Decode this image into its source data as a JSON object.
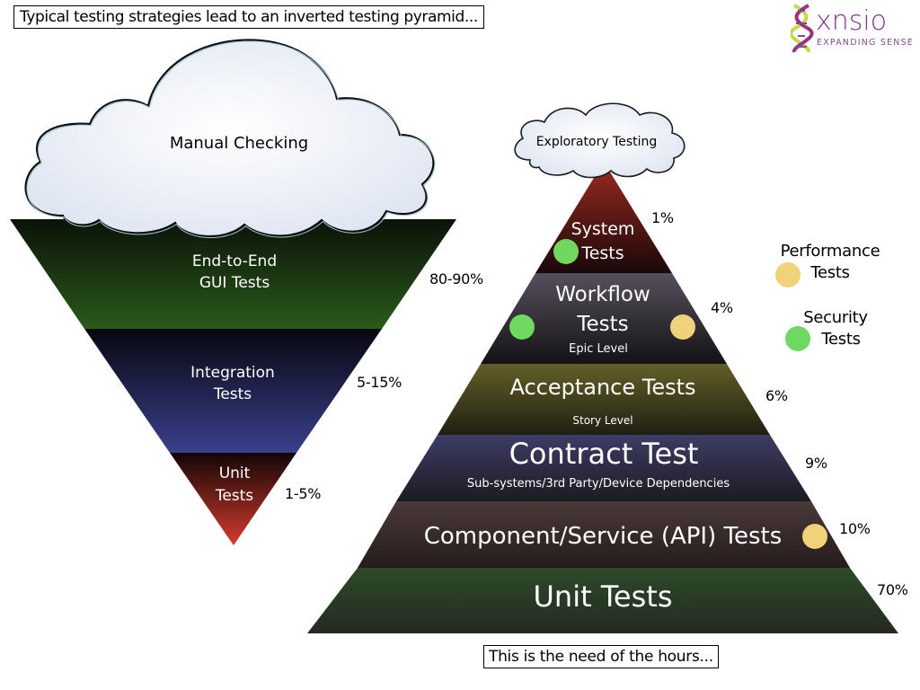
{
  "header": {
    "title": "Typical testing strategies lead to an inverted testing pyramid...",
    "logo": {
      "wordmark": "xnsio",
      "tagline": "EXPANDING SENSE",
      "icon": "dna-helix-icon"
    }
  },
  "inverted_pyramid": {
    "cloud_label": "Manual Checking",
    "layers": [
      {
        "line1": "End-to-End",
        "line2": "GUI Tests",
        "percent": "80-90%",
        "color_top": "#0a1208",
        "color_bottom": "#2b5a1a"
      },
      {
        "line1": "Integration",
        "line2": "Tests",
        "percent": "5-15%",
        "color_top": "#07070f",
        "color_bottom": "#3a3f8c"
      },
      {
        "line1": "Unit",
        "line2": "Tests",
        "percent": "1-5%",
        "color_top": "#120606",
        "color_bottom": "#d63a2e"
      }
    ]
  },
  "ideal_pyramid": {
    "cloud_label": "Exploratory Testing",
    "layers": [
      {
        "title": "System",
        "title2": "Tests",
        "subtitle": "",
        "percent": "1%",
        "color_top": "#9c2a22",
        "color_bottom": "#1a0808"
      },
      {
        "title": "Workflow",
        "title2": "Tests",
        "subtitle": "Epic Level",
        "percent": "4%",
        "color_top": "#56505c",
        "color_bottom": "#141216"
      },
      {
        "title": "Acceptance Tests",
        "title2": "",
        "subtitle": "Story Level",
        "percent": "6%",
        "color_top": "#635f28",
        "color_bottom": "#211f12"
      },
      {
        "title": "Contract Test",
        "title2": "",
        "subtitle": "Sub-systems/3rd Party/Device Dependencies",
        "percent": "9%",
        "color_top": "#3d3c66",
        "color_bottom": "#1c1c22"
      },
      {
        "title": "Component/Service (API) Tests",
        "title2": "",
        "subtitle": "",
        "percent": "10%",
        "color_top": "#4a3a38",
        "color_bottom": "#241c1b"
      },
      {
        "title": "Unit Tests",
        "title2": "",
        "subtitle": "",
        "percent": "70%",
        "color_top": "#2c4a28",
        "color_bottom": "#252a23"
      }
    ]
  },
  "legend": [
    {
      "line1": "Performance",
      "line2": "Tests",
      "color": "#efd27a"
    },
    {
      "line1": "Security",
      "line2": "Tests",
      "color": "#6fd860"
    }
  ],
  "colors": {
    "performance": "#efd27a",
    "security": "#6fd860"
  },
  "footer": {
    "caption": "This is the need of the hours..."
  }
}
